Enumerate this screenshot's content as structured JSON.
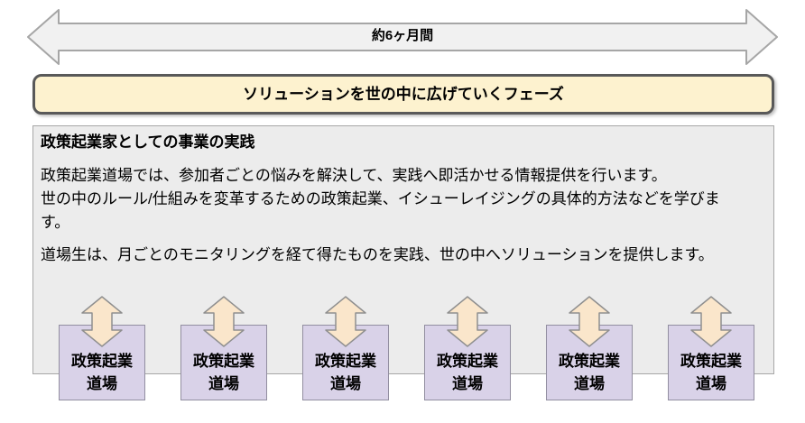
{
  "colors": {
    "arrow-fill": "#f1f1f1",
    "arrow-border": "#a6a6a6",
    "banner-fill": "#fdf2cf",
    "banner-border": "#595959",
    "panel-fill": "#ececec",
    "panel-border": "#a7a7a7",
    "varrow-fill": "#fae6cb",
    "varrow-border": "#8f8f8f",
    "dojo-fill": "#d9d2e8",
    "dojo-border": "#928ea0",
    "text-color": "#000000"
  },
  "timeline": {
    "label": "約6ヶ月間"
  },
  "phase_banner": {
    "label": "ソリューションを世の中に広げていくフェーズ"
  },
  "main_box": {
    "title": "政策起業家としての事業の実践",
    "paragraph1_lines": [
      "政策起業道場では、参加者ごとの悩みを解決して、実践へ即活かせる情報提供を行います。",
      "世の中のルール/仕組みを変革するための政策起業、イシューレイジングの具体的方法などを学びま",
      "す。"
    ],
    "paragraph2": "道場生は、月ごとのモニタリングを経て得たものを実践、世の中へソリューションを提供します。"
  },
  "dojo": {
    "items": [
      {
        "line1": "政策起業",
        "line2": "道場"
      },
      {
        "line1": "政策起業",
        "line2": "道場"
      },
      {
        "line1": "政策起業",
        "line2": "道場"
      },
      {
        "line1": "政策起業",
        "line2": "道場"
      },
      {
        "line1": "政策起業",
        "line2": "道場"
      },
      {
        "line1": "政策起業",
        "line2": "道場"
      }
    ]
  }
}
